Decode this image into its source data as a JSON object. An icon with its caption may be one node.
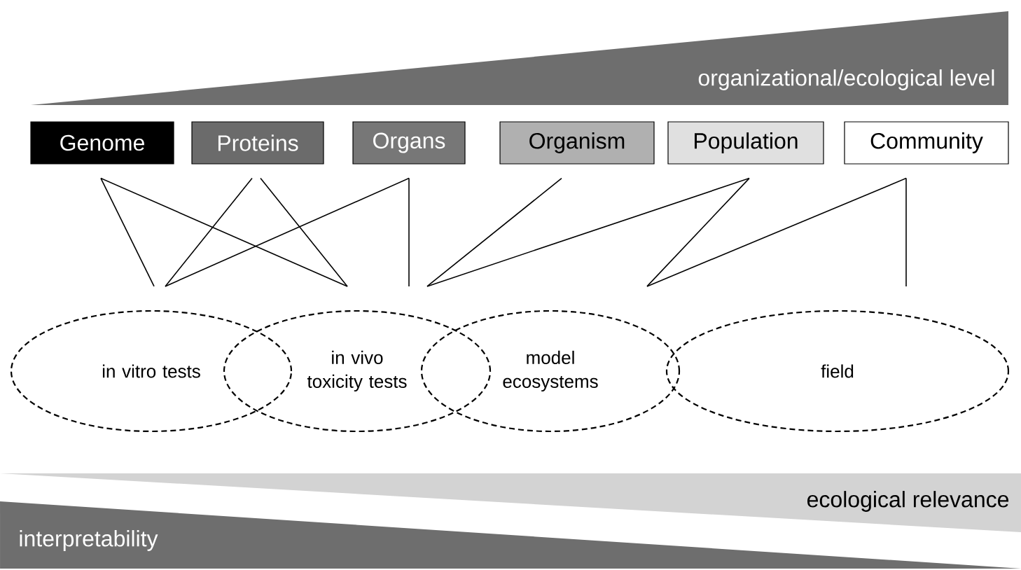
{
  "diagram": {
    "nodes": [
      {
        "text": [
          "Genome"
        ]
      },
      {
        "text": [
          "Proteins"
        ]
      },
      {
        "text": [
          "Organs"
        ]
      },
      {
        "text": [
          "Organism"
        ]
      },
      {
        "text": [
          "Population"
        ]
      },
      {
        "text": [
          "Community"
        ]
      },
      {
        "text": [
          "in vitro tests"
        ]
      },
      {
        "text": [
          "in vivo toxicity tests"
        ]
      },
      {
        "text": [
          "model ecosystems"
        ]
      },
      {
        "text": [
          "field"
        ]
      }
    ],
    "edges": [
      {
        "from": 0,
        "to": 6,
        "arrow": "none"
      },
      {
        "from": 0,
        "to": 7,
        "arrow": "none"
      },
      {
        "from": 1,
        "to": 6,
        "arrow": "none"
      },
      {
        "from": 1,
        "to": 7,
        "arrow": "none"
      },
      {
        "from": 2,
        "to": 6,
        "arrow": "none"
      },
      {
        "from": 2,
        "to": 7,
        "arrow": "none"
      },
      {
        "from": 3,
        "to": 7,
        "arrow": "none"
      },
      {
        "from": 4,
        "to": 7,
        "arrow": "none"
      },
      {
        "from": 4,
        "to": 8,
        "arrow": "none"
      },
      {
        "from": 5,
        "to": 8,
        "arrow": "none"
      },
      {
        "from": 5,
        "to": 9,
        "arrow": "none"
      }
    ],
    "labels": [
      "organizational/ecological level",
      "ecological relevance",
      "interpretability"
    ]
  }
}
